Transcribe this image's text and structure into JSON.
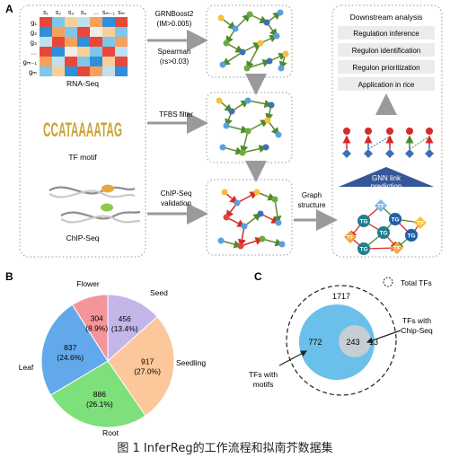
{
  "panels": {
    "a": "A",
    "b": "B",
    "c": "C"
  },
  "panel_a": {
    "matrix_rows": [
      "g₁",
      "g₂",
      "g₃",
      "...",
      "gₘ₋₁",
      "gₘ"
    ],
    "matrix_cols": [
      "s₁",
      "s₂",
      "s₃",
      "s₄",
      "...",
      "sₘ₋₁",
      "sₘ"
    ],
    "rna_label": "RNA-Seq",
    "tf_motif_text": "CCATAAAATAG",
    "tf_label": "TF motif",
    "chip_label": "ChIP-Seq",
    "arrow1_lines": [
      "GRNBoost2",
      "(IM>0.005)",
      "Spearman",
      "(rs>0.03)"
    ],
    "arrow2_label": "TFBS filter",
    "arrow3_lines": [
      "ChIP-Seq",
      "validation"
    ],
    "graph_lines": [
      "Graph",
      "structure"
    ],
    "gnn_lines": [
      "GNN link",
      "prediction"
    ],
    "node_tf": "TF",
    "node_tg": "TG",
    "downstream_title": "Downstream analysis",
    "downstream_items": [
      "Regulation inference",
      "Regulon identification",
      "Regulon prioritization",
      "Application in rice"
    ]
  },
  "panel_b": {
    "chart_data": {
      "type": "pie",
      "title": "",
      "slices": [
        {
          "label": "Seed",
          "value": 456,
          "percent": "(13.4%)",
          "color": "#c5b6ea"
        },
        {
          "label": "Seedling",
          "value": 917,
          "percent": "(27.0%)",
          "color": "#fcc79a"
        },
        {
          "label": "Root",
          "value": 886,
          "percent": "(26.1%)",
          "color": "#7de07a"
        },
        {
          "label": "Leaf",
          "value": 837,
          "percent": "(24.6%)",
          "color": "#62a9ec"
        },
        {
          "label": "Flower",
          "value": 304,
          "percent": "(8.9%)",
          "color": "#f4959a"
        }
      ]
    }
  },
  "panel_c": {
    "legend_label": "Total TFs",
    "total": "1717",
    "motifs_only": "772",
    "overlap": "243",
    "chip_only": "13",
    "motifs_lines": [
      "TFs with",
      "motifs"
    ],
    "chip_lines": [
      "TFs with",
      "Chip-Seq"
    ]
  },
  "caption": "图 1  InferReg的工作流程和拟南芥数据集"
}
